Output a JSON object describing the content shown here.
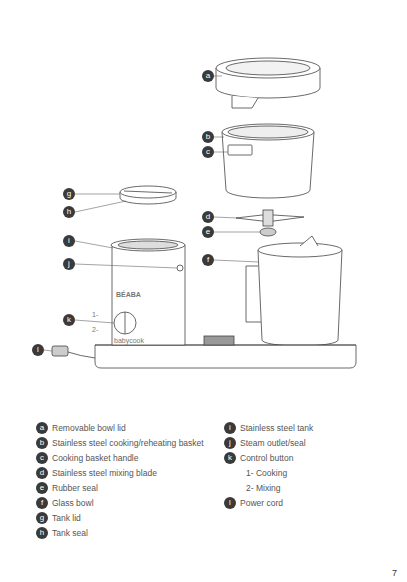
{
  "diagram": {
    "labels": [
      "a",
      "b",
      "c",
      "g",
      "h",
      "d",
      "e",
      "i",
      "j",
      "f",
      "BÉABA",
      "1-",
      "2-",
      "k",
      "babycook",
      "l",
      "a",
      "Removable bowl lid",
      "b",
      "Stainless steel cooking/reheating basket",
      "c",
      "Cooking basket handle",
      "d",
      "Stainless steel mixing blade",
      "e",
      "Rubber seal",
      "f",
      "Glass bowl",
      "g",
      "Tank lid",
      "h",
      "Tank seal",
      "i",
      "Stainless steel tank",
      "j",
      "Steam outlet/seal",
      "k",
      "Control button",
      "1- Cooking",
      "2- Mixing",
      "l",
      "Power cord",
      "7"
    ]
  }
}
